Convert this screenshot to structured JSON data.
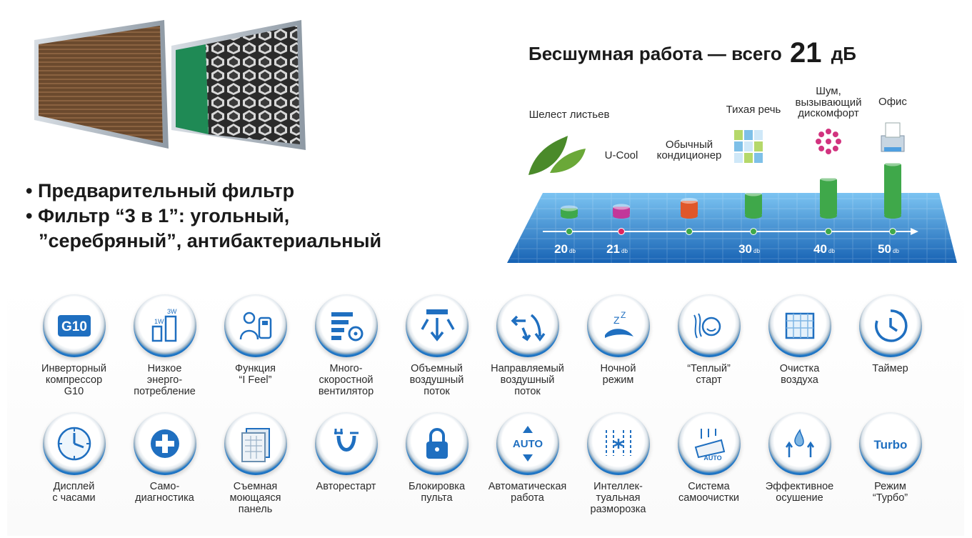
{
  "features": {
    "line1": "• Предварительный фильтр",
    "line2": "• Фильтр “3 в 1”: угольный,",
    "line3": "”серебряный”, антибактериальный"
  },
  "noise": {
    "title_prefix": "Бесшумная работа — всего",
    "title_value": "21",
    "title_unit": "дБ"
  },
  "chart_data": {
    "type": "bar",
    "title": "Бесшумная работа — всего 21 дБ",
    "categories": [
      "Шелест листьев",
      "U-Cool",
      "Обычный кондиционер",
      "Тихая речь",
      "Шум, вызывающий дискомфорт",
      "Офис"
    ],
    "values": [
      20,
      21,
      25,
      30,
      40,
      50
    ],
    "x_ticks": [
      "20",
      "21",
      "30",
      "40",
      "50"
    ],
    "x_tick_unit": "db",
    "bar_colors": [
      "#3fa84a",
      "#c2379a",
      "#e0572a",
      "#3fa84a",
      "#3fa84a",
      "#3fa84a"
    ],
    "grid": false
  },
  "icons": [
    {
      "icon": "g10-icon",
      "label": "Инверторный\nкомпрессор\nG10"
    },
    {
      "icon": "energy-bars-icon",
      "label": "Низкое\nэнерго-\nпотребление"
    },
    {
      "icon": "i-feel-icon",
      "label": "Функция\n“I Feel”"
    },
    {
      "icon": "multi-speed-fan-icon",
      "label": "Много-\nскоростной\nвентилятор"
    },
    {
      "icon": "volume-airflow-icon",
      "label": "Объемный\nвоздушный\nпоток"
    },
    {
      "icon": "directed-airflow-icon",
      "label": "Направляемый\nвоздушный\nпоток"
    },
    {
      "icon": "night-mode-icon",
      "label": "Ночной\nрежим"
    },
    {
      "icon": "warm-start-icon",
      "label": "“Теплый”\nстарт"
    },
    {
      "icon": "air-purification-icon",
      "label": "Очистка\nвоздуха"
    },
    {
      "icon": "timer-icon",
      "label": "Таймер"
    },
    {
      "icon": "clock-display-icon",
      "label": "Дисплей\nс часами"
    },
    {
      "icon": "self-diagnosis-icon",
      "label": "Само-\nдиагностика"
    },
    {
      "icon": "washable-panel-icon",
      "label": "Съемная\nмоющаяся\nпанель"
    },
    {
      "icon": "auto-restart-icon",
      "label": "Авторестарт"
    },
    {
      "icon": "lock-icon",
      "label": "Блокировка\nпульта"
    },
    {
      "icon": "auto-mode-icon",
      "label": "Автоматическая\nработа"
    },
    {
      "icon": "defrost-icon",
      "label": "Интеллек-\nтуальная\nразморозка"
    },
    {
      "icon": "self-clean-icon",
      "label": "Система\nсамоочистки"
    },
    {
      "icon": "dehumidify-icon",
      "label": "Эффективное\nосушение"
    },
    {
      "icon": "turbo-icon",
      "label": "Режим\n“Турбо”"
    }
  ],
  "icon_texts": {
    "g10": "G10",
    "energy_1w": "1W",
    "energy_3w": "3W",
    "auto": "AUTO",
    "turbo": "Turbo"
  },
  "colors": {
    "accent_blue": "#1a6fc4",
    "platform_blue": "#1d7fd0",
    "bar_green": "#3fa84a",
    "bar_pink": "#c2379a",
    "bar_orange": "#e0572a"
  }
}
